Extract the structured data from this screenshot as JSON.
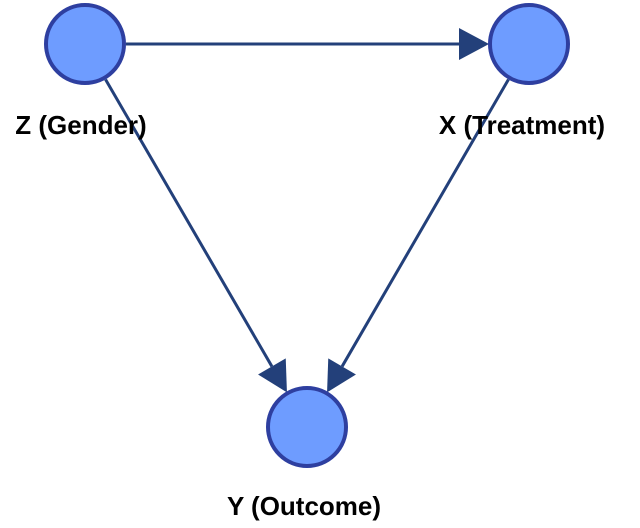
{
  "nodes": {
    "z": {
      "label": "Z (Gender)"
    },
    "x": {
      "label": "X (Treatment)"
    },
    "y": {
      "label": "Y (Outcome)"
    }
  },
  "edges": [
    {
      "from": "z",
      "to": "x"
    },
    {
      "from": "z",
      "to": "y"
    },
    {
      "from": "x",
      "to": "y"
    }
  ],
  "colors": {
    "node_fill": "#6e9cff",
    "node_stroke": "#2e3fa0",
    "edge": "#23407a",
    "label": "#000000"
  }
}
